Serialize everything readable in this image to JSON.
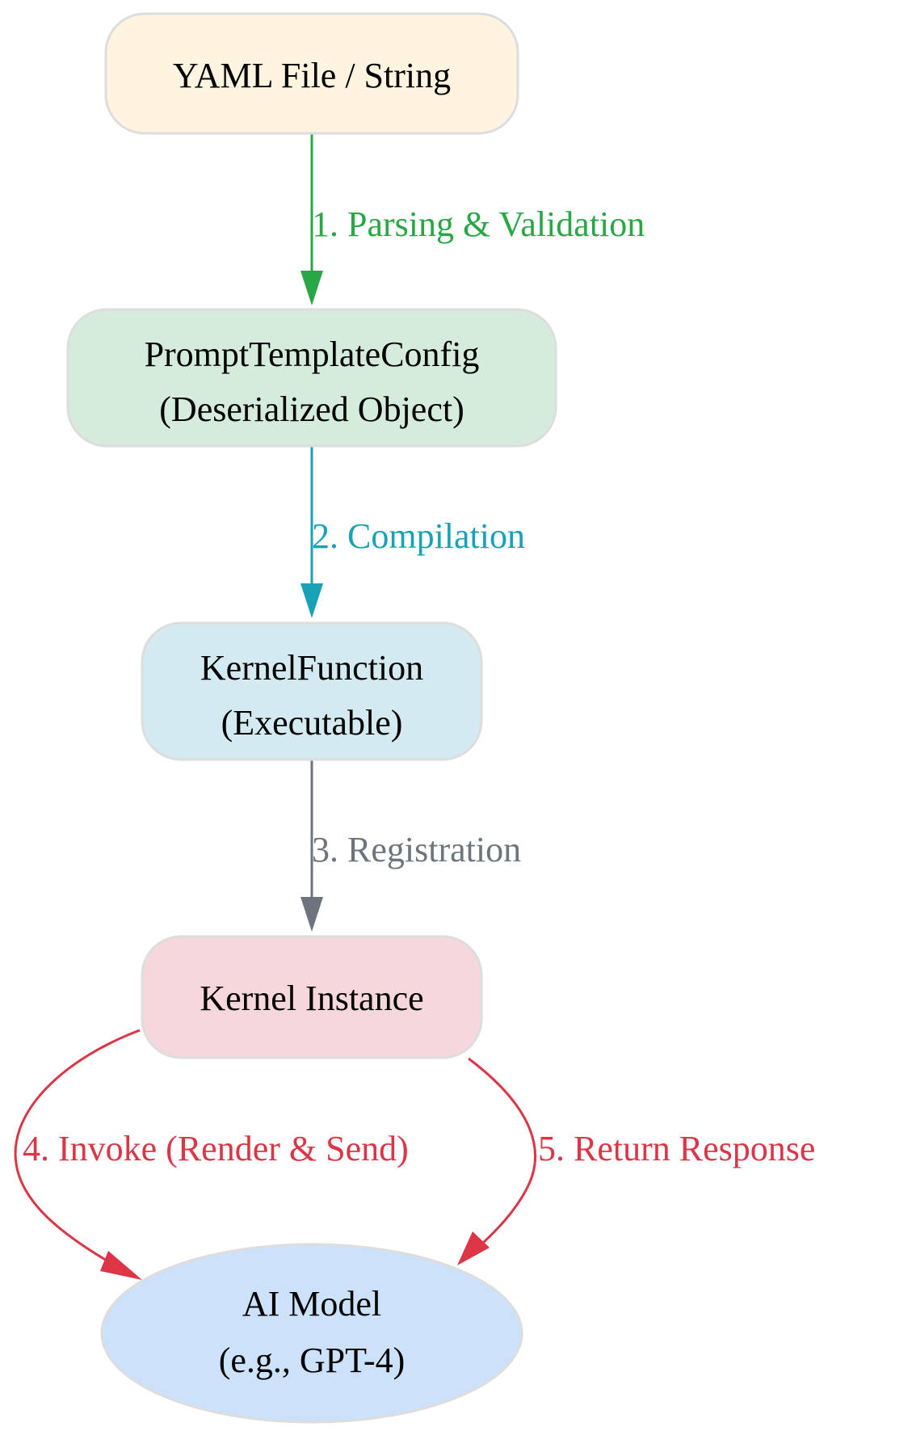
{
  "nodes": {
    "yaml": {
      "lines": [
        "YAML File / String"
      ],
      "fill": "#fff4e0"
    },
    "config": {
      "lines": [
        "PromptTemplateConfig",
        "(Deserialized Object)"
      ],
      "fill": "#d5ebdb"
    },
    "function": {
      "lines": [
        "KernelFunction",
        "(Executable)"
      ],
      "fill": "#d3eaf0"
    },
    "kernel": {
      "lines": [
        "Kernel Instance"
      ],
      "fill": "#f6d8dc"
    },
    "model": {
      "lines": [
        "AI Model",
        "(e.g., GPT-4)"
      ],
      "fill": "#cce2fa"
    }
  },
  "edges": {
    "parsing": {
      "label": "1. Parsing & Validation",
      "color": "#28a745"
    },
    "compilation": {
      "label": "2. Compilation",
      "color": "#17a2b8"
    },
    "registration": {
      "label": "3. Registration",
      "color": "#6c757d"
    },
    "invoke": {
      "label": "4. Invoke (Render & Send)",
      "color": "#dc3545"
    },
    "return": {
      "label": "5. Return Response",
      "color": "#dc3545"
    }
  },
  "node_border_color": "#dddddd"
}
